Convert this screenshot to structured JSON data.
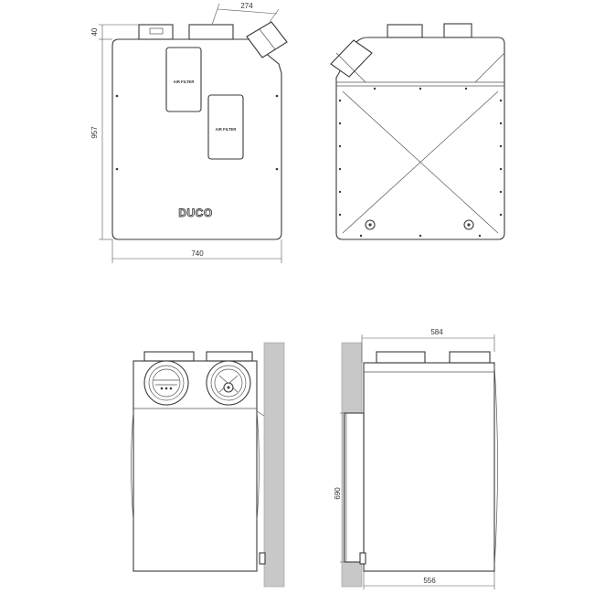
{
  "dimensions": {
    "front_height": "957",
    "front_top_offset": "40",
    "front_width": "740",
    "front_duct_offset": "274",
    "side_depth_top": "584",
    "side_depth_bottom": "556",
    "side_height": "690"
  },
  "labels": {
    "filter_top": "AIR FILTER",
    "filter_bottom": "AIR FILTER",
    "brand": "DUCO"
  },
  "colors": {
    "line": "#3a3a3a",
    "wall": "#c8c8c8"
  }
}
